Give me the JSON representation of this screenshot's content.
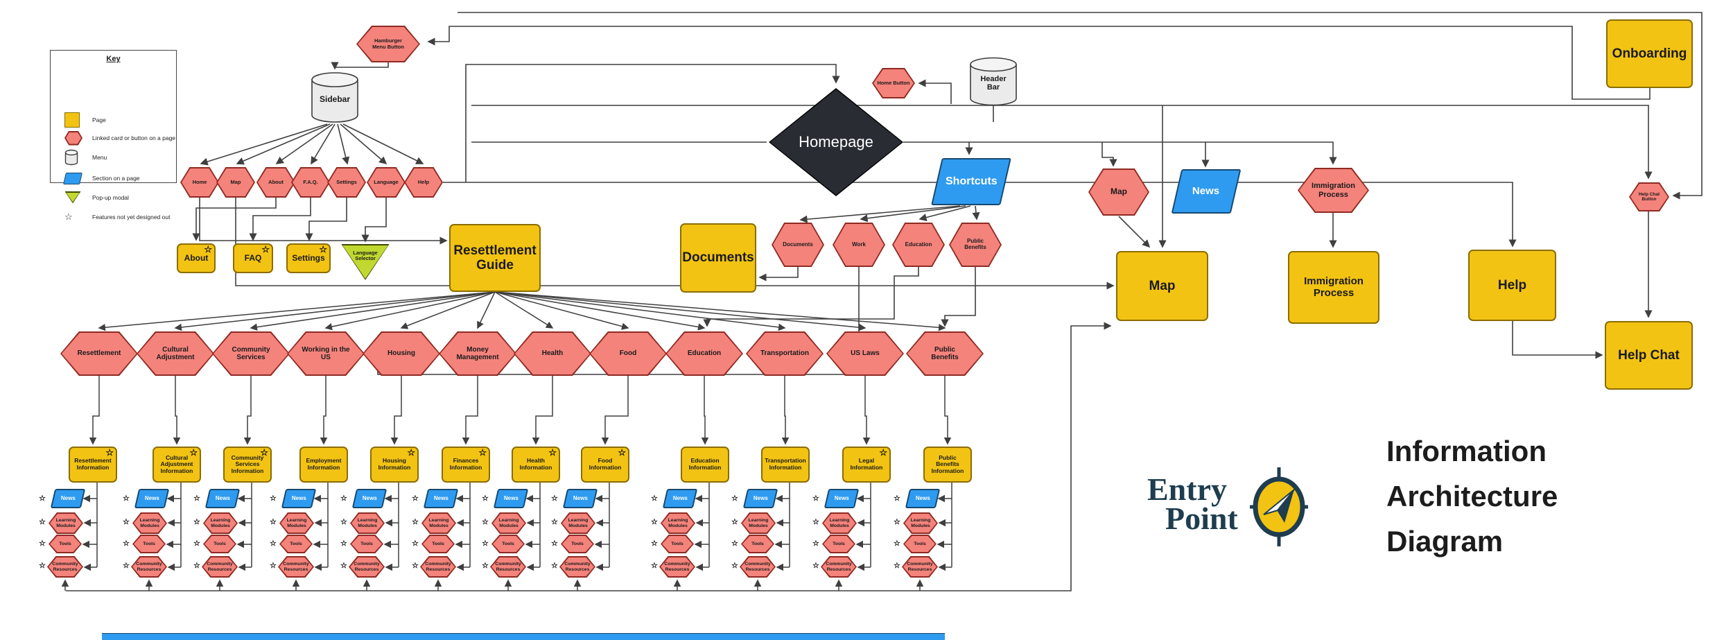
{
  "title": {
    "line1": "Information",
    "line2": "Architecture",
    "line3": "Diagram"
  },
  "logo": {
    "word1": "Entry",
    "word2": "Point"
  },
  "key": {
    "title": "Key",
    "items": [
      {
        "icon": "page-square",
        "label": "Page"
      },
      {
        "icon": "linked-card-hexagon",
        "label": "Linked card or button on a page"
      },
      {
        "icon": "menu-cylinder",
        "label": "Menu"
      },
      {
        "icon": "section-parallelogram",
        "label": "Section on a page"
      },
      {
        "icon": "popup-modal-triangle",
        "label": "Pop-up modal"
      },
      {
        "icon": "star",
        "label": "Features not yet designed out"
      }
    ]
  },
  "nodes": {
    "hamburger": "Hamburger\nMenu Button",
    "sidebar": "Sidebar",
    "homepage": "Homepage",
    "home_button": "Home Button",
    "header_bar": "Header\nBar",
    "shortcuts": "Shortcuts",
    "documents_page": "Documents",
    "resettlement_guide": "Resettlement\nGuide",
    "about_page": "About",
    "faq_page": "FAQ",
    "settings_page": "Settings",
    "language_selector": "Language\nSelector",
    "map_hex": "Map",
    "news_section": "News",
    "map_page": "Map",
    "immigration_hex": "Immigration\nProcess",
    "immigration_page": "Immigration\nProcess",
    "onboarding_page": "Onboarding",
    "help_chat_button": "Help Chat\nButton",
    "help_page": "Help",
    "help_chat_page": "Help Chat"
  },
  "sidebar_items": [
    "Home",
    "Map",
    "About",
    "F.A.Q.",
    "Settings",
    "Language",
    "Help"
  ],
  "shortcut_items": [
    "Documents",
    "Work",
    "Education",
    "Public\nBenefits"
  ],
  "columns": [
    {
      "hex": "Resettlement",
      "page": "Resettlement\nInformation",
      "star": true
    },
    {
      "hex": "Cultural\nAdjustment",
      "page": "Cultural\nAdjustment\nInformation",
      "star": true
    },
    {
      "hex": "Community\nServices",
      "page": "Community\nServices\nInformation",
      "star": true
    },
    {
      "hex": "Working in the\nUS",
      "page": "Employment\nInformation",
      "star": false
    },
    {
      "hex": "Housing",
      "page": "Housing\nInformation",
      "star": true
    },
    {
      "hex": "Money\nManagement",
      "page": "Finances\nInformation",
      "star": true
    },
    {
      "hex": "Health",
      "page": "Health\nInformation",
      "star": true
    },
    {
      "hex": "Food",
      "page": "Food\nInformation",
      "star": true
    },
    {
      "hex": "Education",
      "page": "Education\nInformation",
      "star": false
    },
    {
      "hex": "Transportation",
      "page": "Transportation\nInformation",
      "star": false
    },
    {
      "hex": "US Laws",
      "page": "Legal\nInformation",
      "star": true
    },
    {
      "hex": "Public\nBenefits",
      "page": "Public\nBenefits\nInformation",
      "star": false
    }
  ],
  "sub_items": [
    "News",
    "Learning\nModules",
    "Tools",
    "Community\nResources"
  ],
  "colors": {
    "page_fill": "#F2C313",
    "page_stroke": "#8a6d00",
    "hex_fill": "#F4837C",
    "hex_stroke": "#8E2A22",
    "section_fill": "#2E9BF0",
    "section_stroke": "#16486F",
    "menu_fill": "#EBEBEB",
    "modal_fill": "#C0D82F",
    "homepage_fill": "#2A2C34",
    "line": "#3f3f3f",
    "logo_navy": "#1E3D4F"
  }
}
